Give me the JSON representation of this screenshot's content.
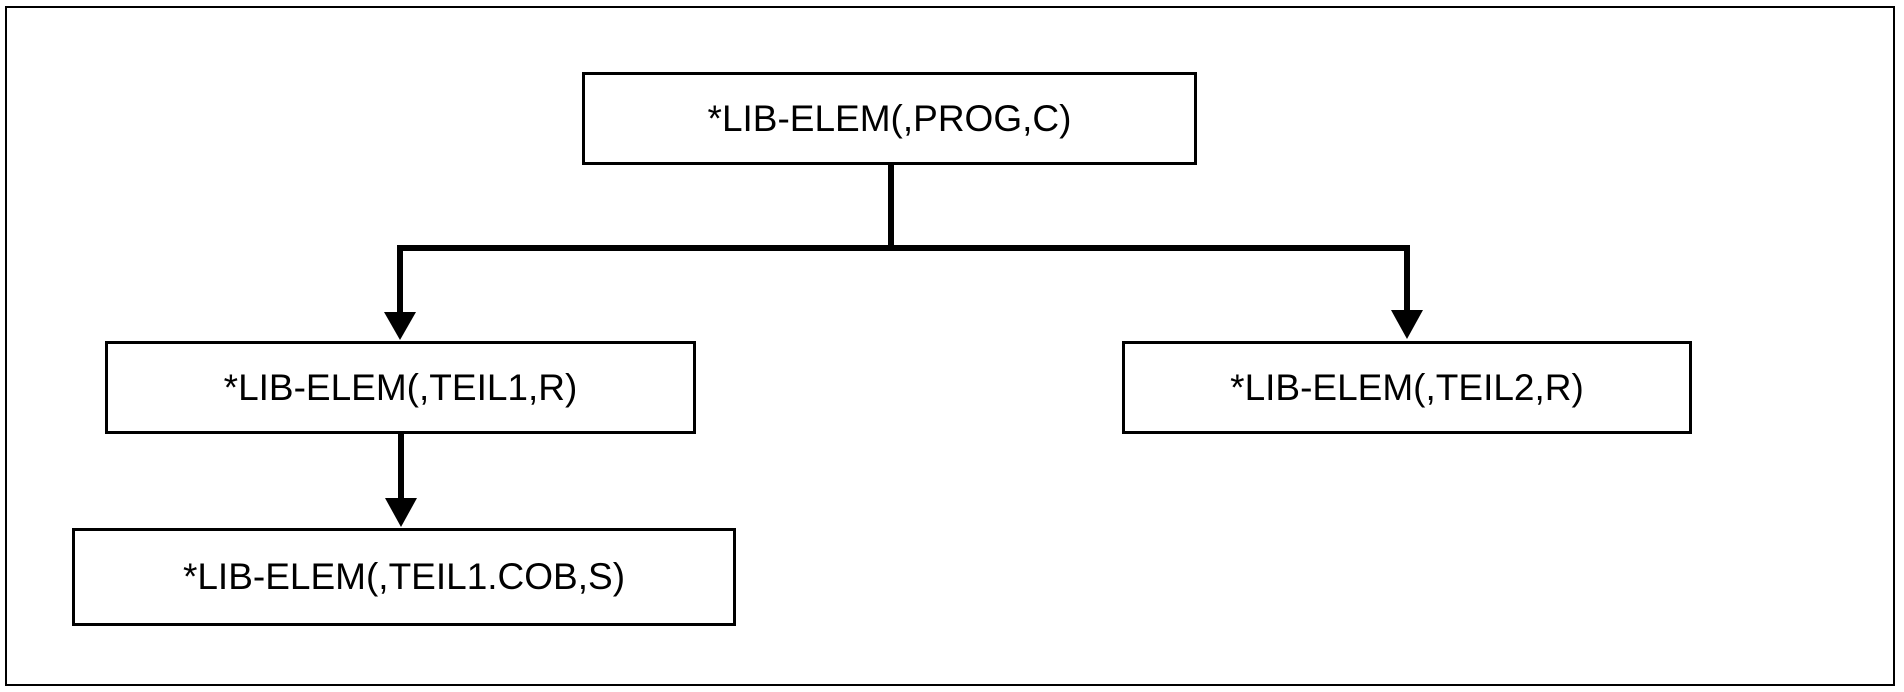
{
  "diagram": {
    "nodes": [
      {
        "id": "root",
        "label": "*LIB-ELEM(,PROG,C)"
      },
      {
        "id": "teil1",
        "label": "*LIB-ELEM(,TEIL1,R)"
      },
      {
        "id": "teil2",
        "label": "*LIB-ELEM(,TEIL2,R)"
      },
      {
        "id": "teil1c",
        "label": "*LIB-ELEM(,TEIL1.COB,S)"
      }
    ],
    "edges": [
      {
        "from": "root",
        "to": "teil1"
      },
      {
        "from": "root",
        "to": "teil2"
      },
      {
        "from": "teil1",
        "to": "teil1c"
      }
    ],
    "colors": {
      "line": "#000000",
      "background": "#ffffff"
    }
  }
}
